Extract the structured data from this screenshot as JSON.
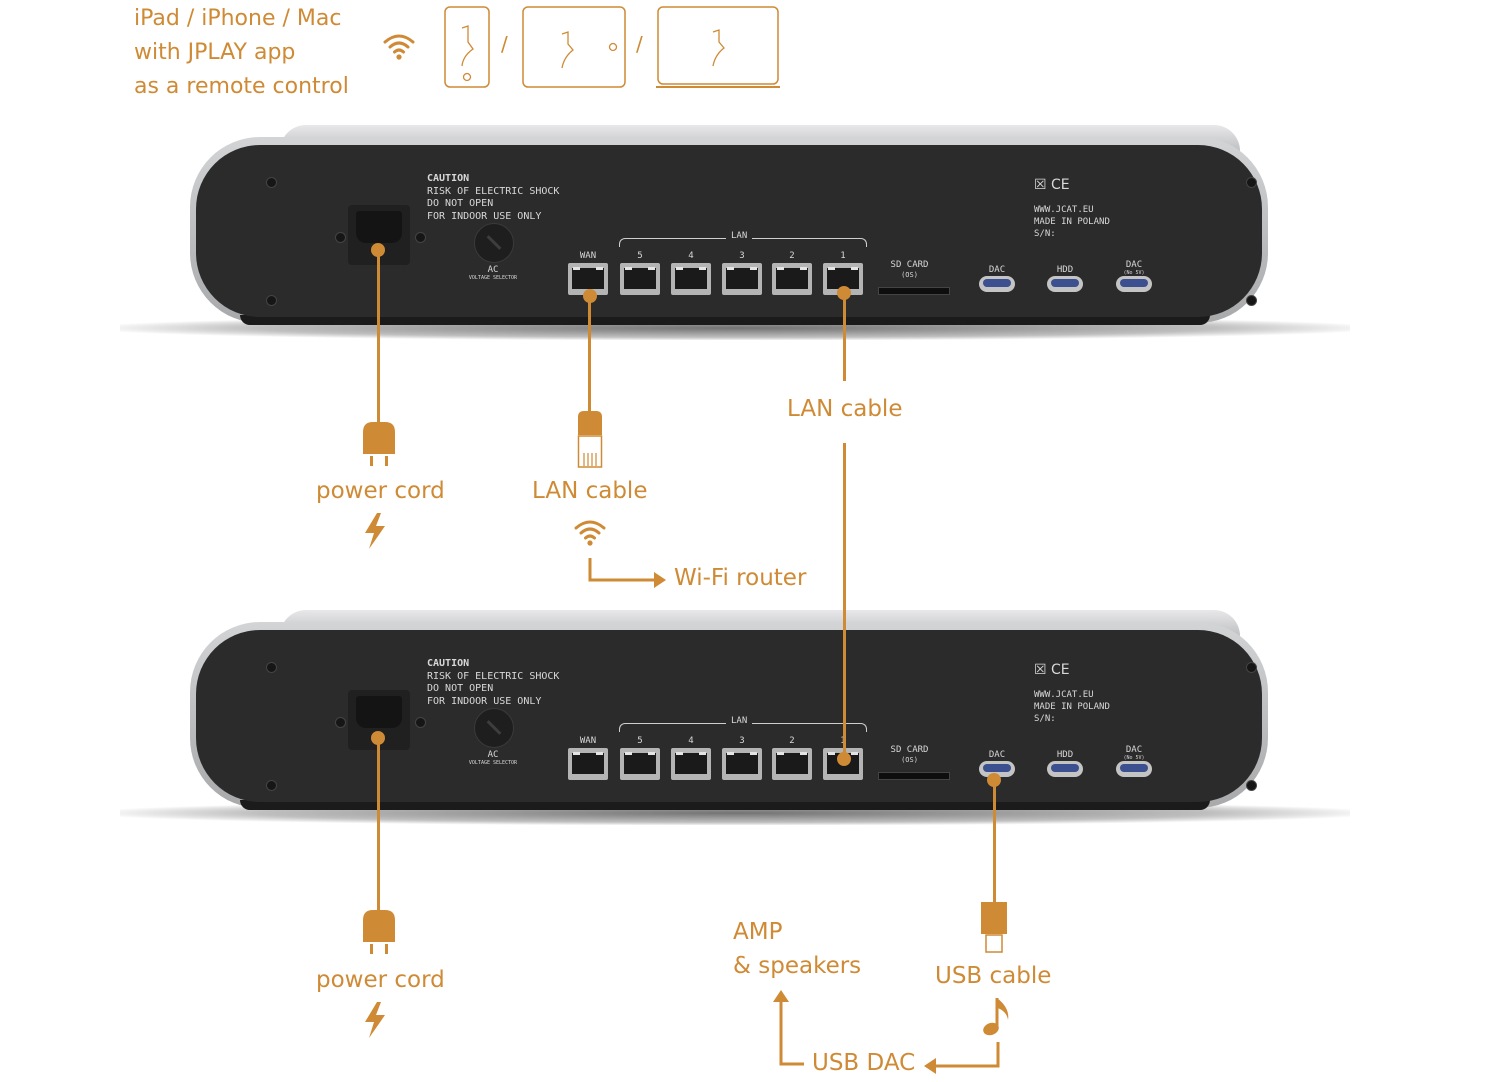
{
  "colors": {
    "accent": "#cf8a35",
    "panel": "#2b2b2c",
    "chassis": "#c4c5c7",
    "usb_blue": "#3c4f8f"
  },
  "intro": {
    "lines": [
      "iPad / iPhone / Mac",
      "with JPLAY app",
      "as a remote control"
    ],
    "icons": [
      "wifi-icon",
      "phone-icon",
      "tablet-icon",
      "laptop-icon"
    ],
    "separators": [
      "/",
      "/"
    ]
  },
  "device": {
    "caution": [
      "CAUTION",
      "RISK OF ELECTRIC SHOCK",
      "DO NOT OPEN",
      "FOR INDOOR USE ONLY"
    ],
    "ac_label": "AC",
    "ac_sub": "VOLTAGE SELECTOR",
    "lan_group_label": "LAN",
    "ports": [
      "WAN",
      "5",
      "4",
      "3",
      "2",
      "1"
    ],
    "sd_label": "SD CARD",
    "sd_sub": "(OS)",
    "marks": "☒ CE",
    "info": [
      "WWW.JCAT.EU",
      "MADE IN POLAND",
      "S/N:"
    ],
    "usb_ports": [
      {
        "label": "DAC",
        "sub": ""
      },
      {
        "label": "HDD",
        "sub": ""
      },
      {
        "label": "DAC",
        "sub": "(No 5V)"
      }
    ]
  },
  "top_connections": {
    "power_label": "power cord",
    "lan_wan_label": "LAN cable",
    "lan_link_label": "LAN cable",
    "router_label": "Wi-Fi router"
  },
  "bottom_connections": {
    "power_label": "power cord",
    "usb_label": "USB cable",
    "dac_label": "USB DAC",
    "amp_label_1": "AMP",
    "amp_label_2": "& speakers"
  }
}
